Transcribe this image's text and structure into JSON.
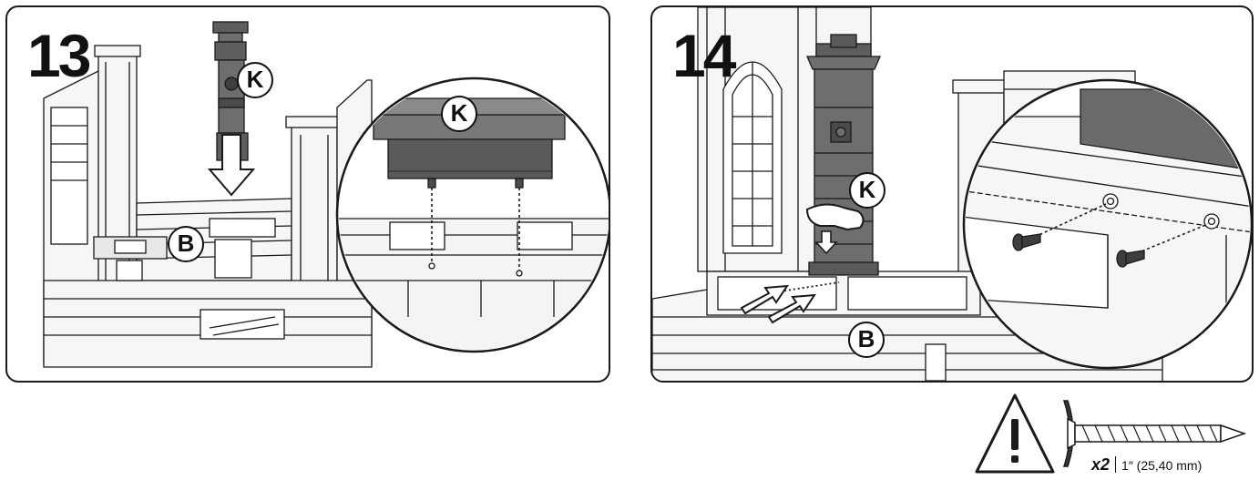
{
  "steps": [
    {
      "number": "13",
      "callouts": {
        "main_part": "K",
        "base_part": "B",
        "zoom_part": "K"
      }
    },
    {
      "number": "14",
      "callouts": {
        "main_part": "K",
        "base_part": "B"
      }
    }
  ],
  "hardware_note": {
    "warning_icon": "warning-triangle-icon",
    "screw_icon": "screw-icon",
    "quantity": "x2",
    "size": "1″ (25,40 mm)"
  },
  "colors": {
    "line": "#1a1a1a",
    "part_fill": "#6e6e6e",
    "part_dark": "#4a4a4a",
    "structure_fill": "#f4f4f4"
  }
}
